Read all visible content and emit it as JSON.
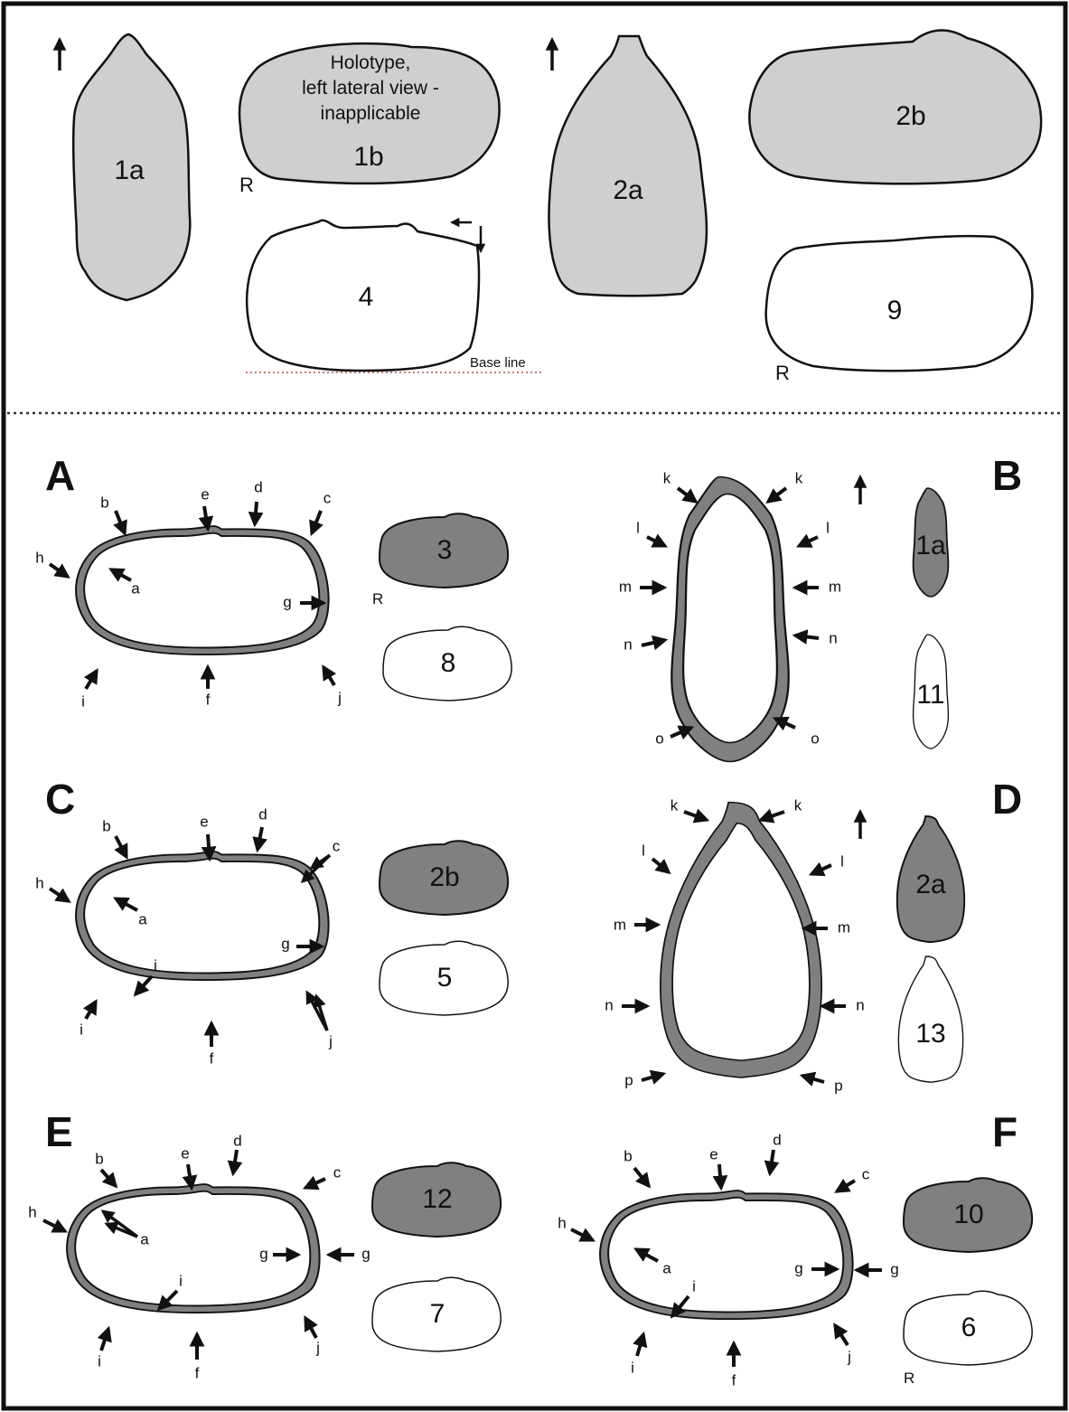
{
  "top_section": {
    "holotype_note": [
      "Holotype,",
      "left lateral view -",
      "inapplicable"
    ],
    "baseline_label": "Base line",
    "specimens": [
      {
        "id": "1a",
        "view": "dorsal",
        "fill": "#cfcfcf"
      },
      {
        "id": "1b",
        "view": "lateral",
        "fill": "#cfcfcf",
        "mark": "R"
      },
      {
        "id": "2a",
        "view": "dorsal",
        "fill": "#cfcfcf"
      },
      {
        "id": "2b",
        "view": "lateral",
        "fill": "#cfcfcf"
      },
      {
        "id": "4",
        "view": "lateral",
        "fill": "#ffffff"
      },
      {
        "id": "9",
        "view": "lateral",
        "fill": "#ffffff",
        "mark": "R"
      }
    ]
  },
  "panels": [
    {
      "letter": "A",
      "view": "lateral",
      "arrow_labels": [
        "a",
        "b",
        "c",
        "d",
        "e",
        "f",
        "g",
        "h",
        "i",
        "j"
      ],
      "thumbs": [
        {
          "id": "3",
          "fill": "#808080",
          "mark": "R"
        },
        {
          "id": "8",
          "fill": "#ffffff"
        }
      ]
    },
    {
      "letter": "B",
      "view": "dorsal",
      "arrow_labels": [
        "k",
        "k",
        "l",
        "l",
        "m",
        "m",
        "n",
        "n",
        "o",
        "o"
      ],
      "thumbs": [
        {
          "id": "1a",
          "fill": "#808080"
        },
        {
          "id": "11",
          "fill": "#ffffff"
        }
      ]
    },
    {
      "letter": "C",
      "view": "lateral",
      "arrow_labels": [
        "a",
        "b",
        "c",
        "d",
        "e",
        "f",
        "g",
        "h",
        "i",
        "i",
        "j"
      ],
      "thumbs": [
        {
          "id": "2b",
          "fill": "#808080"
        },
        {
          "id": "5",
          "fill": "#ffffff"
        }
      ]
    },
    {
      "letter": "D",
      "view": "dorsal",
      "arrow_labels": [
        "k",
        "k",
        "l",
        "l",
        "m",
        "m",
        "n",
        "n",
        "p",
        "p"
      ],
      "thumbs": [
        {
          "id": "2a",
          "fill": "#808080"
        },
        {
          "id": "13",
          "fill": "#ffffff"
        }
      ]
    },
    {
      "letter": "E",
      "view": "lateral",
      "arrow_labels": [
        "a",
        "b",
        "c",
        "d",
        "e",
        "f",
        "g",
        "g",
        "h",
        "i",
        "i",
        "j"
      ],
      "thumbs": [
        {
          "id": "12",
          "fill": "#808080"
        },
        {
          "id": "7",
          "fill": "#ffffff"
        }
      ]
    },
    {
      "letter": "F",
      "view": "lateral",
      "arrow_labels": [
        "a",
        "b",
        "c",
        "d",
        "e",
        "f",
        "g",
        "g",
        "h",
        "i",
        "i",
        "j"
      ],
      "thumbs": [
        {
          "id": "10",
          "fill": "#808080"
        },
        {
          "id": "6",
          "fill": "#ffffff",
          "mark": "R"
        }
      ]
    }
  ],
  "colors": {
    "light_grey": "#cfcfcf",
    "dark_grey": "#808080",
    "outline": "#111111",
    "baseline": "#b05050"
  }
}
